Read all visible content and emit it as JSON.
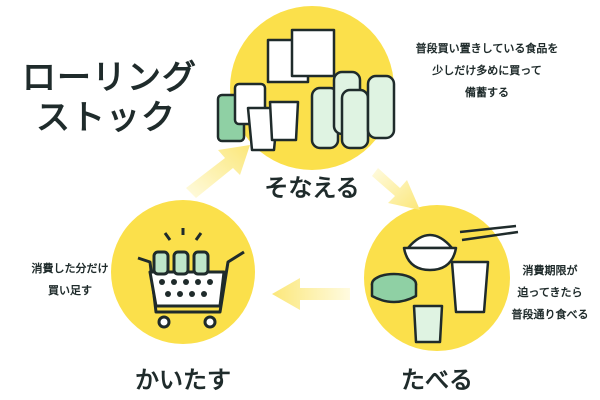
{
  "title": {
    "line1": "ローリング",
    "line2": "ストック"
  },
  "stages": {
    "prepare": {
      "label": "そなえる",
      "note": [
        "普段買い置きしている食品を",
        "少しだけ多めに買って",
        "備蓄する"
      ]
    },
    "eat": {
      "label": "たべる",
      "note": [
        "消費期限が",
        "迫ってきたら",
        "普段通り食べる"
      ]
    },
    "restock": {
      "label": "かいたす",
      "note": [
        "消費した分だけ",
        "買い足す"
      ]
    }
  },
  "colors": {
    "circle": "#fbe04b",
    "arrow": "#fdf0a0",
    "ink": "#1f2b2b",
    "accent": "#bfe6c8"
  }
}
